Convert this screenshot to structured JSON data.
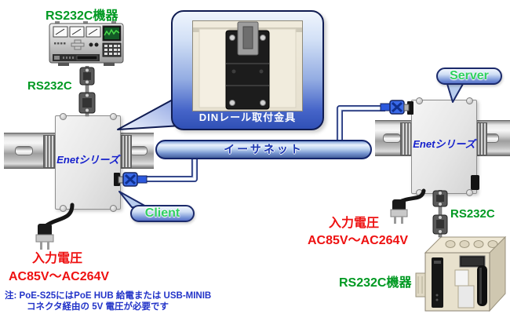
{
  "colors": {
    "green_label": "#009922",
    "red_label": "#ee1111",
    "note_blue": "#2233c8",
    "enet_text_blue": "#1520cc",
    "ethernet_text_blue": "#1b35b0",
    "pill_text_green": "#2fd060",
    "callout_border_navy": "#101c52"
  },
  "top_left": {
    "device_label": "RS232C機器",
    "port_label": "RS232C"
  },
  "left_unit": {
    "box_label": "Enetシリーズ",
    "role_tag": "Client",
    "power_title": "入力電圧",
    "power_range": "AC85V～AC264V"
  },
  "right_unit": {
    "box_label": "Enetシリーズ",
    "role_tag": "Server",
    "power_title": "入力電圧",
    "power_range": "AC85V～AC264V",
    "port_label": "RS232C",
    "device_label": "RS232C機器"
  },
  "network": {
    "ethernet_label": "イーサネット"
  },
  "callout": {
    "caption": "DINレール取付金具"
  },
  "note": {
    "line1": "注: PoE-S25にはPoE HUB 給電または USB-MINIB",
    "line2": "コネクタ経由の 5V 電圧が必要です"
  }
}
